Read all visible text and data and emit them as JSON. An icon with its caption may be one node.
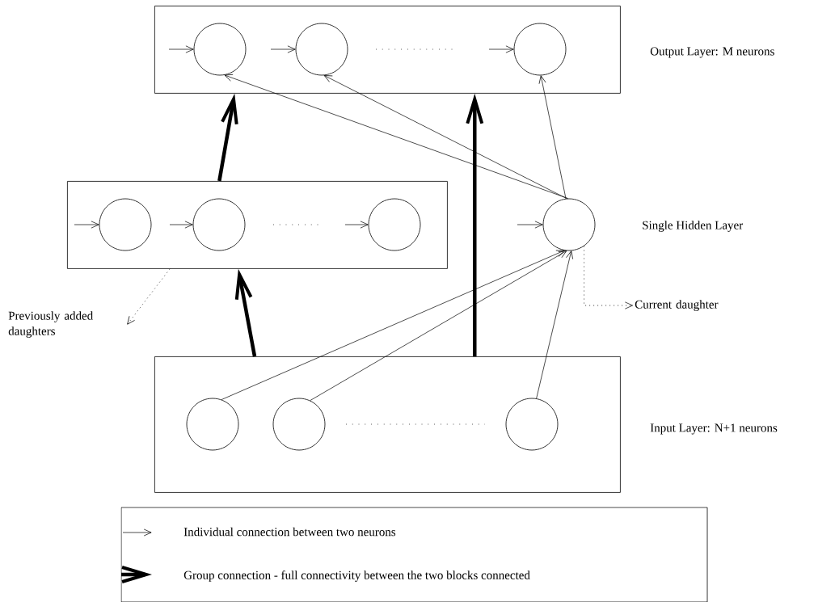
{
  "diagram": {
    "nodes": [
      {
        "text": [],
        "shape": "box"
      },
      {
        "text": [],
        "shape": "circle",
        "in": 0
      },
      {
        "text": [],
        "shape": "circle",
        "in": 0
      },
      {
        "text": [],
        "shape": "circle",
        "in": 0
      },
      {
        "text": [],
        "shape": "box"
      },
      {
        "text": [],
        "shape": "circle",
        "in": 4
      },
      {
        "text": [],
        "shape": "circle",
        "in": 4
      },
      {
        "text": [],
        "shape": "circle",
        "in": 4
      },
      {
        "text": [],
        "shape": "circle"
      },
      {
        "text": [],
        "shape": "box"
      },
      {
        "text": [],
        "shape": "circle",
        "in": 9
      },
      {
        "text": [],
        "shape": "circle",
        "in": 9
      },
      {
        "text": [],
        "shape": "circle",
        "in": 9
      },
      {
        "text": [
          "Previously added daughters"
        ]
      },
      {
        "text": [
          "Current daughter"
        ]
      }
    ],
    "edges": [
      {
        "from": null,
        "to": 1,
        "arrow": "to"
      },
      {
        "from": null,
        "to": 2,
        "arrow": "to"
      },
      {
        "from": null,
        "to": 3,
        "arrow": "to"
      },
      {
        "from": null,
        "to": 5,
        "arrow": "to"
      },
      {
        "from": null,
        "to": 6,
        "arrow": "to"
      },
      {
        "from": null,
        "to": 7,
        "arrow": "to"
      },
      {
        "from": null,
        "to": 8,
        "arrow": "to"
      },
      {
        "from": 4,
        "to": 0,
        "arrow": "to",
        "style": "thick"
      },
      {
        "from": 9,
        "to": 4,
        "arrow": "to",
        "style": "thick"
      },
      {
        "from": 9,
        "to": 0,
        "arrow": "to",
        "style": "thick"
      },
      {
        "from": 8,
        "to": 1,
        "arrow": "to"
      },
      {
        "from": 8,
        "to": 2,
        "arrow": "to"
      },
      {
        "from": 8,
        "to": 3,
        "arrow": "to"
      },
      {
        "from": 10,
        "to": 8,
        "arrow": "to"
      },
      {
        "from": 11,
        "to": 8,
        "arrow": "to"
      },
      {
        "from": 12,
        "to": 8,
        "arrow": "to"
      },
      {
        "from": 4,
        "to": 13,
        "arrow": "to",
        "style": "dashed"
      },
      {
        "from": 8,
        "to": 14,
        "arrow": "to",
        "style": "dashed"
      }
    ],
    "labels": [
      "Output Layer: M neurons",
      "Single Hidden Layer",
      "Input Layer: N+1 neurons"
    ],
    "legend": [
      {
        "text": "Individual connection between two neurons"
      },
      {
        "text": "Group connection - full connectivity between the two blocks connected"
      }
    ]
  }
}
